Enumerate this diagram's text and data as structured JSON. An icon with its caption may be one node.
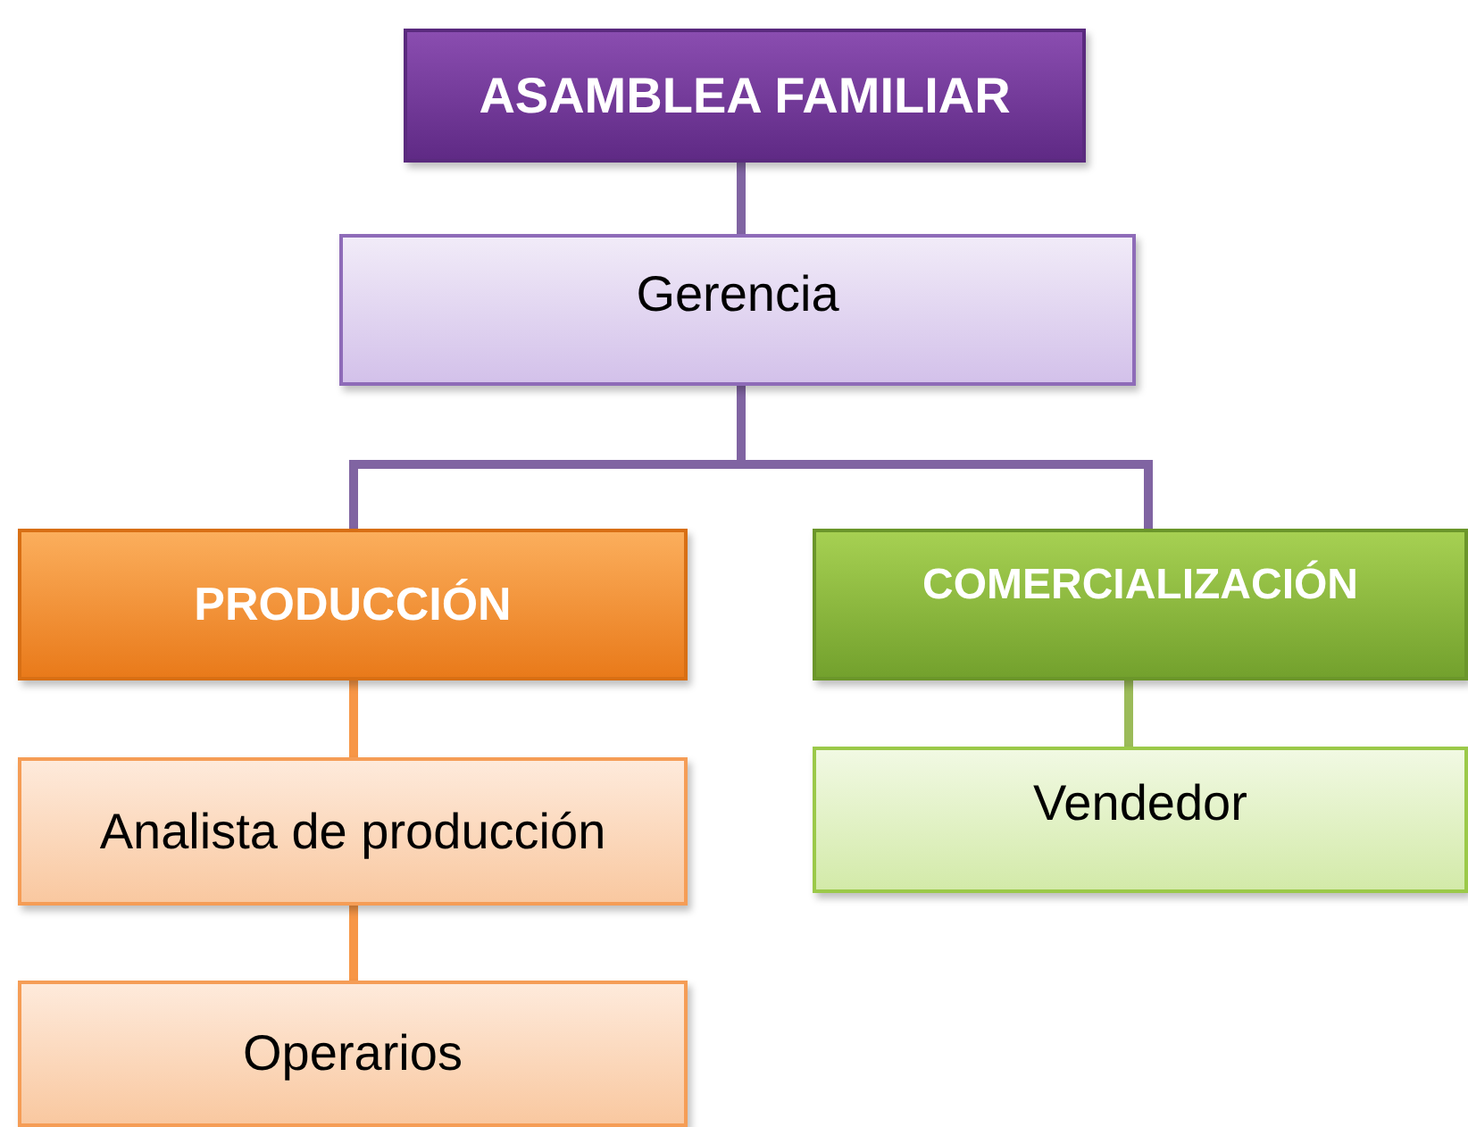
{
  "diagram": {
    "nodes": [
      {
        "text": [
          "ASAMBLEA FAMILIAR"
        ]
      },
      {
        "text": [
          "Gerencia"
        ]
      },
      {
        "text": [
          "PRODUCCIÓN"
        ]
      },
      {
        "text": [
          "COMERCIALIZACIÓN"
        ]
      },
      {
        "text": [
          "Analista de producción"
        ]
      },
      {
        "text": [
          "Operarios"
        ]
      },
      {
        "text": [
          "Vendedor"
        ]
      }
    ],
    "edges": [
      {
        "from": 0,
        "to": 1,
        "arrow": "none"
      },
      {
        "from": 1,
        "to": 2,
        "arrow": "none"
      },
      {
        "from": 1,
        "to": 3,
        "arrow": "none"
      },
      {
        "from": 2,
        "to": 4,
        "arrow": "none",
        "color": "#f79646"
      },
      {
        "from": 4,
        "to": 5,
        "arrow": "none",
        "color": "#f79646"
      },
      {
        "from": 3,
        "to": 6,
        "arrow": "none",
        "color": "#9bbb59"
      }
    ]
  }
}
